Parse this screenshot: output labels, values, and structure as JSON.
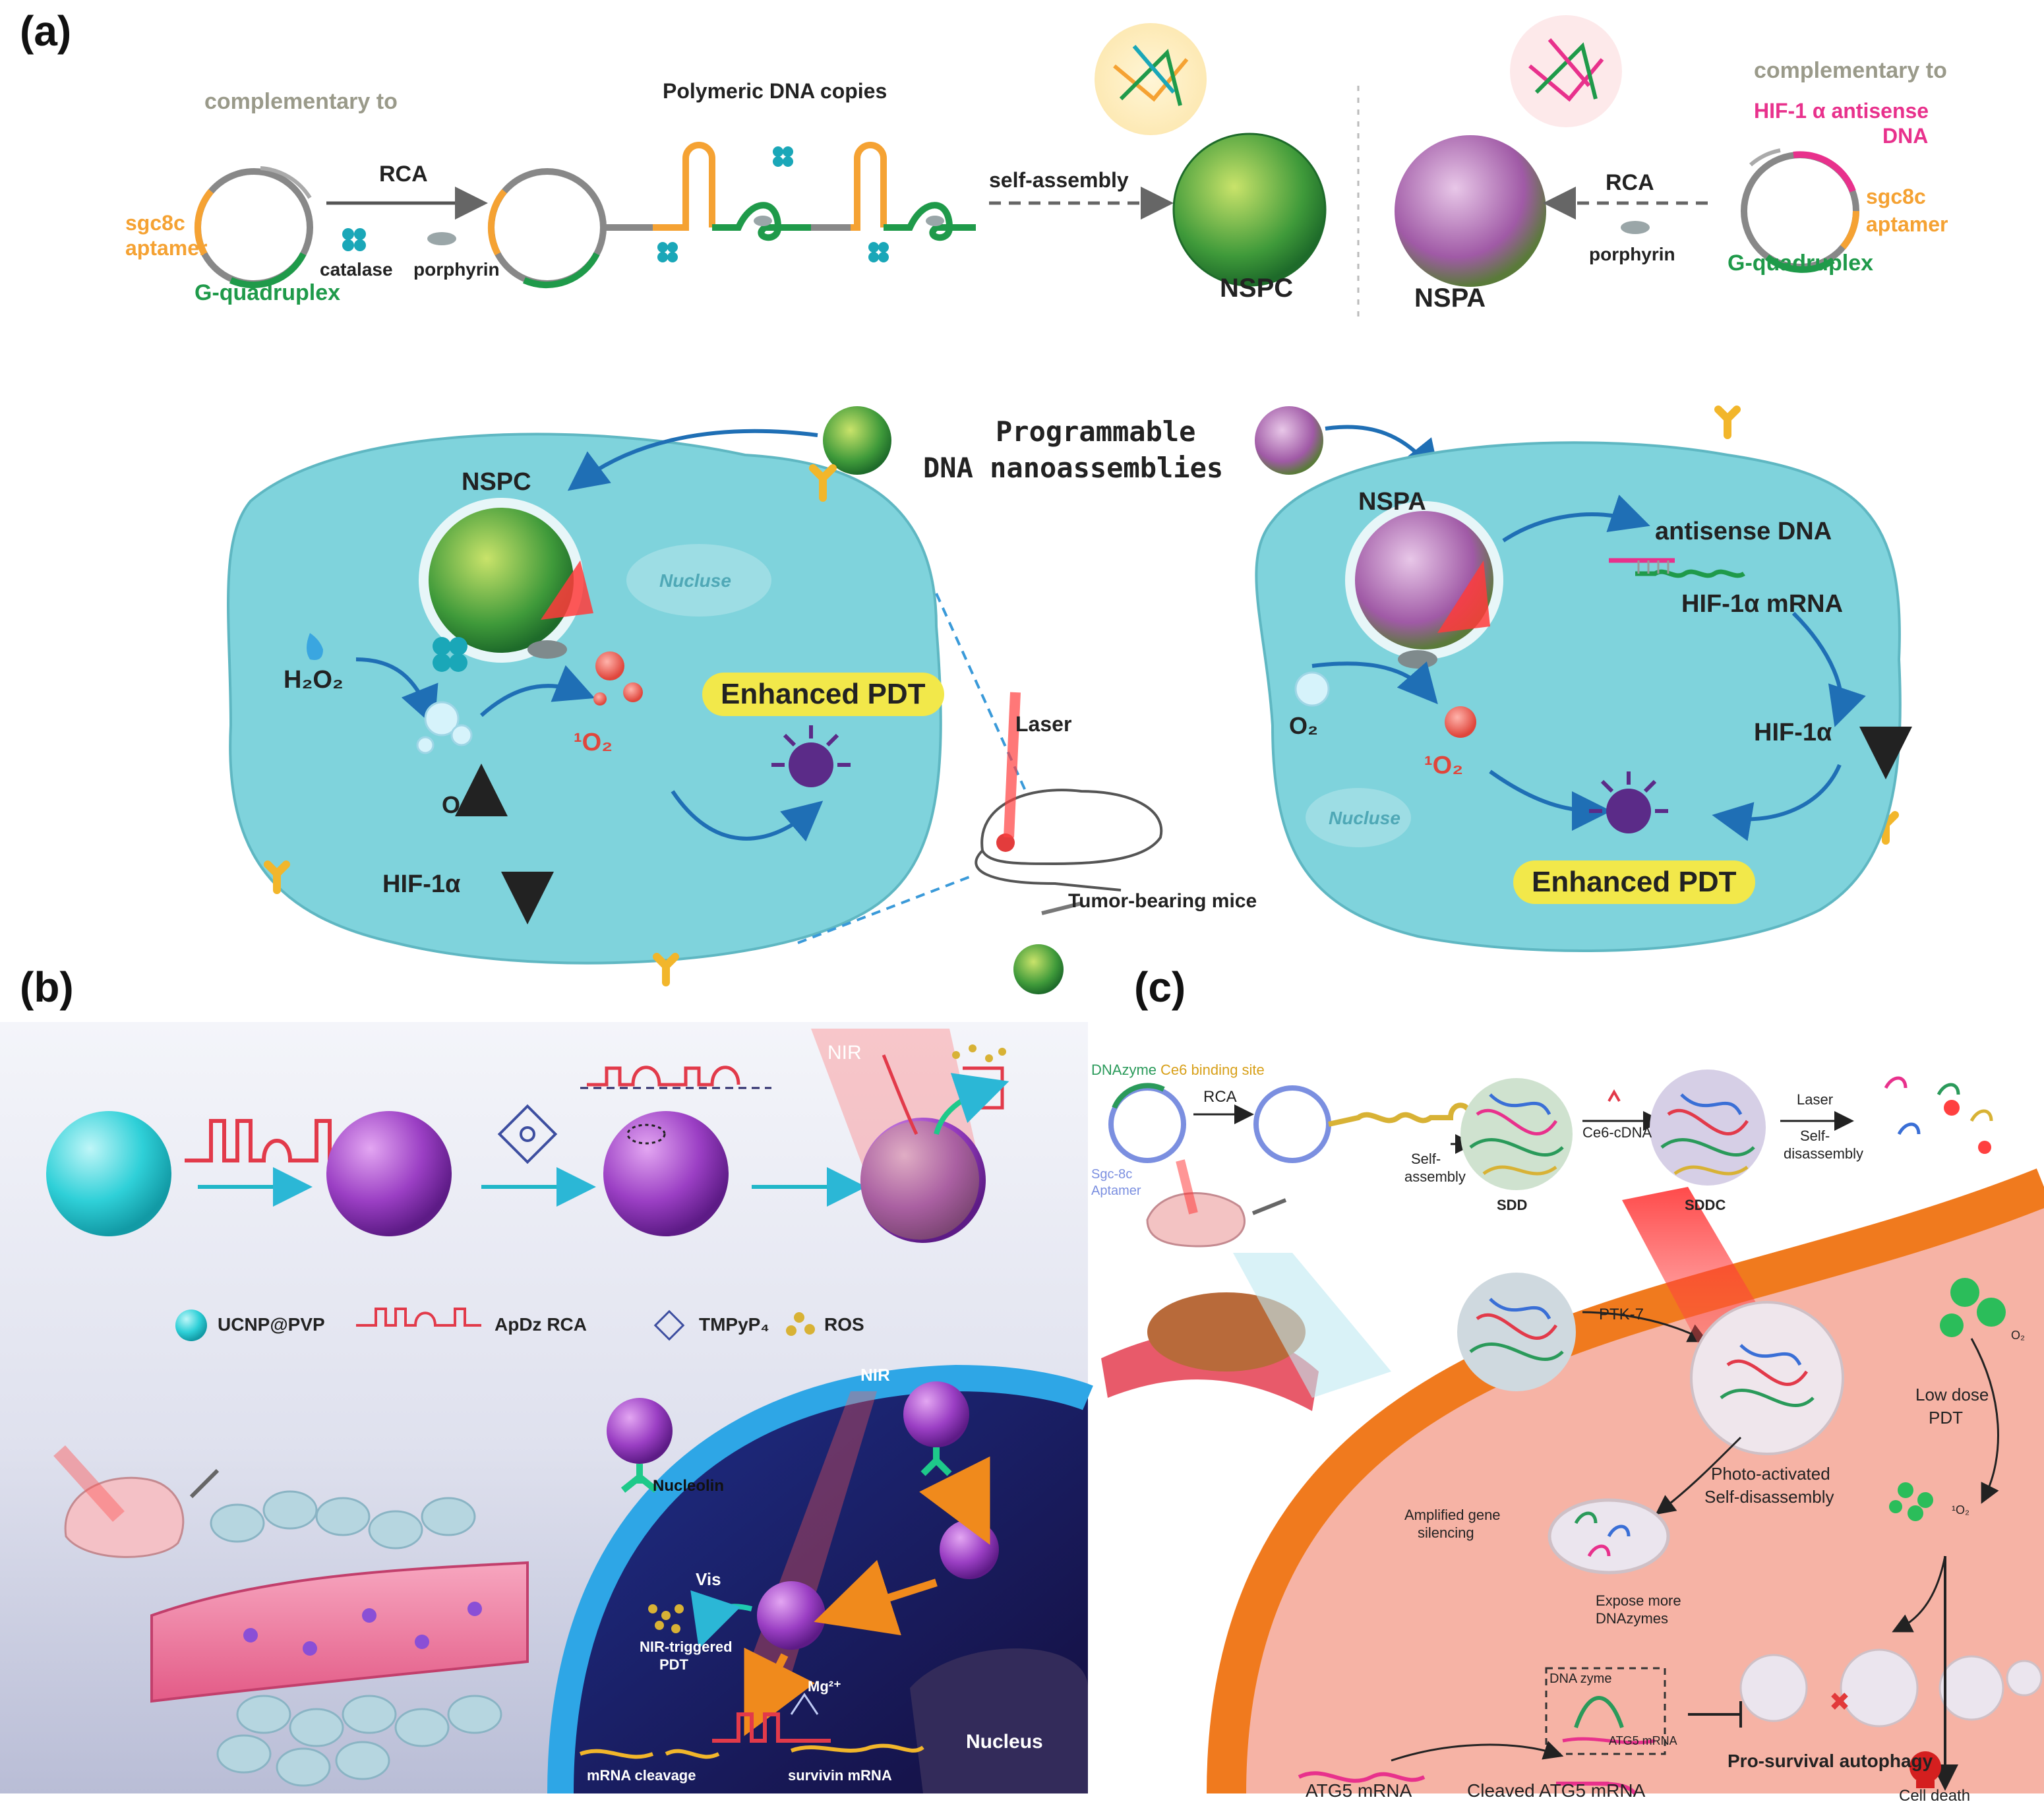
{
  "panels": {
    "a": "(a)",
    "b": "(b)",
    "c": "(c)"
  },
  "panel_a": {
    "left_complementary": "complementary to",
    "left_sgc8c": [
      "sgc8c",
      "aptamer"
    ],
    "left_gquad": "G-quadruplex",
    "rca_left": "RCA",
    "catalase": "catalase",
    "porphyrin_left": "porphyrin",
    "polymeric": "Polymeric DNA copies",
    "self_assembly": "self-assembly",
    "nspc": "NSPC",
    "nspa": "NSPA",
    "rca_right": "RCA",
    "porphyrin_right": "porphyrin",
    "right_complementary": "complementary to",
    "right_hif": [
      "HIF-1 α antisense",
      "DNA"
    ],
    "right_sgc8c": [
      "sgc8c",
      "aptamer"
    ],
    "right_gquad": "G-quadruplex",
    "programmable": [
      "Programmable",
      "DNA nanoassemblies"
    ],
    "cell_left": {
      "nspc": "NSPC",
      "nucluse": "Nucluse",
      "h2o2": "H₂O₂",
      "o2": "O₂",
      "singlet": "¹O₂",
      "hif": "HIF-1α",
      "enhanced": "Enhanced PDT"
    },
    "laser": "Laser",
    "tumor_mice": "Tumor-bearing mice",
    "cell_right": {
      "nspa": "NSPA",
      "antisense": "antisense DNA",
      "hif_mrna": "HIF-1α mRNA",
      "hif": "HIF-1α",
      "o2": "O₂",
      "singlet": "¹O₂",
      "nucluse": "Nucluse",
      "enhanced": "Enhanced PDT"
    }
  },
  "panel_b": {
    "nir_top": "NIR",
    "legend": [
      "UCNP@PVP",
      "ApDz RCA",
      "TMPyP₄",
      "ROS"
    ],
    "nir_bottom": "NIR",
    "nucleolin": "Nucleolin",
    "vis": "Vis",
    "nir_pdt": [
      "NIR-triggered",
      "PDT"
    ],
    "mg": "Mg²⁺",
    "mrna_cleavage": "mRNA cleavage",
    "survivin": "survivin mRNA",
    "nucleus": "Nucleus"
  },
  "panel_c": {
    "dnazyme": "DNAzyme",
    "ce6_site": "Ce6 binding site",
    "sgc8c": [
      "Sgc-8c",
      "Aptamer"
    ],
    "rca": "RCA",
    "self_assembly": [
      "Self-",
      "assembly"
    ],
    "sdd": "SDD",
    "ce6_cdna": "Ce6-cDNA",
    "sddc": "SDDC",
    "laser": "Laser",
    "self_disassembly": [
      "Self-",
      "disassembly"
    ],
    "ptk7": "PTK-7",
    "o2": "O₂",
    "low_dose": [
      "Low dose",
      "PDT"
    ],
    "photo_activated": [
      "Photo-activated",
      "Self-disassembly"
    ],
    "singlet": "¹O₂",
    "amplified": [
      "Amplified gene",
      "silencing"
    ],
    "expose": [
      "Expose more",
      "DNAzymes"
    ],
    "dna_zyme": "DNA zyme",
    "atg5_small": "ATG5 mRNA",
    "pro_survival": "Pro-survival autophagy",
    "atg5": "ATG5 mRNA",
    "cleaved": "Cleaved ATG5 mRNA",
    "cell_death": "Cell death"
  },
  "colors": {
    "cell_blue": "#7fd3dc",
    "orange": "#f5a233",
    "green": "#1f9a4a",
    "magenta": "#e8318c",
    "purple_sphere": "#9b3fc4",
    "cyan_sphere": "#2fd0d8",
    "cell_pink": "#f6b3a5",
    "membrane_orange": "#f07a1e",
    "pdt_yellow": "#f2e84a"
  }
}
